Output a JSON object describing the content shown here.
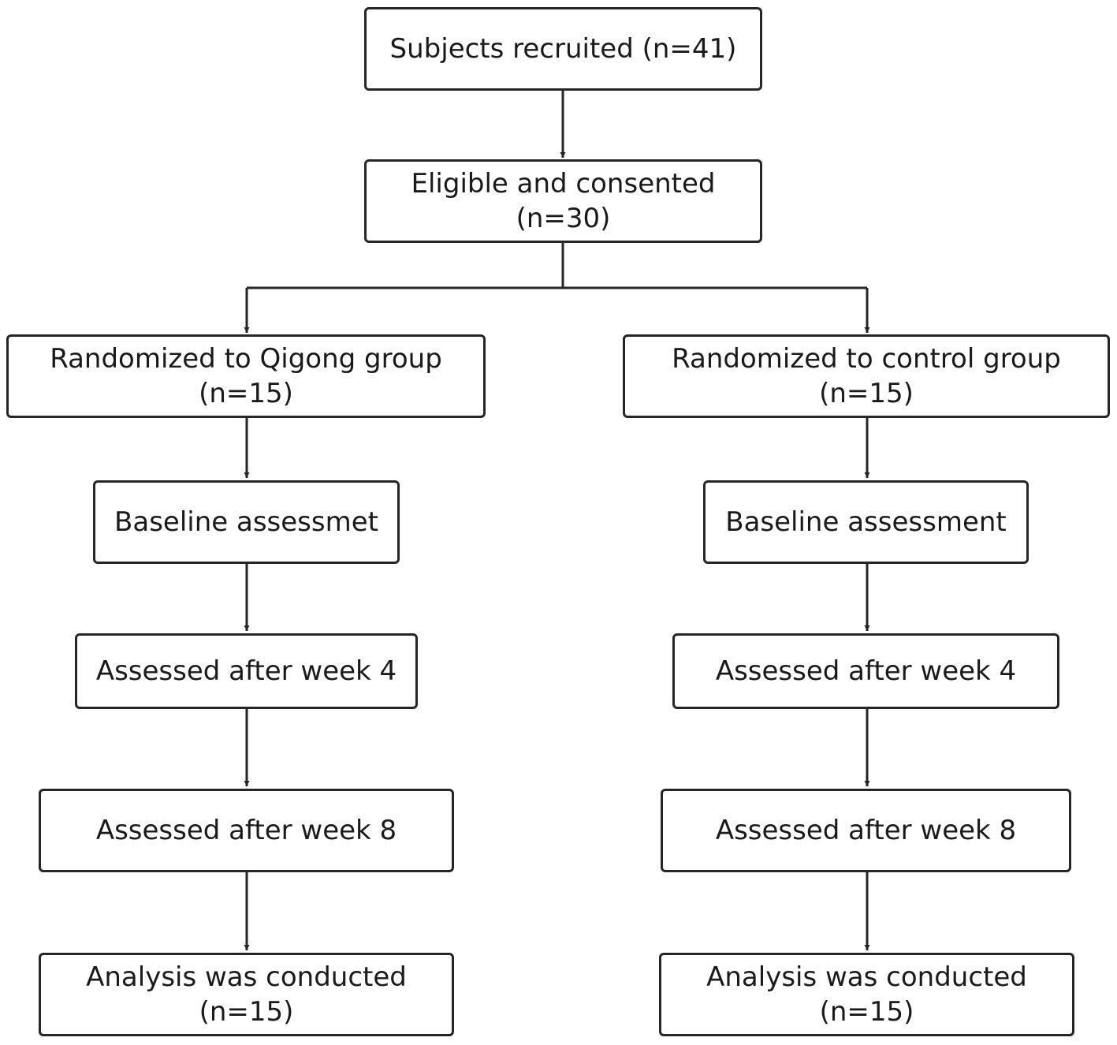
{
  "flowchart": {
    "recruited": {
      "line1": "Subjects recruited (n=41)"
    },
    "eligible": {
      "line1": "Eligible and consented",
      "line2": "(n=30)"
    },
    "qigong": {
      "randomized": {
        "line1": "Randomized to Qigong group",
        "line2": "(n=15)"
      },
      "baseline": {
        "line1": "Baseline assessmet"
      },
      "week4": {
        "line1": "Assessed after week 4"
      },
      "week8": {
        "line1": "Assessed after week 8"
      },
      "analysis": {
        "line1": "Analysis was conducted",
        "line2": "(n=15)"
      }
    },
    "control": {
      "randomized": {
        "line1": "Randomized to control group",
        "line2": "(n=15)"
      },
      "baseline": {
        "line1": "Baseline assessment"
      },
      "week4": {
        "line1": "Assessed after week 4"
      },
      "week8": {
        "line1": "Assessed after week 8"
      },
      "analysis": {
        "line1": "Analysis was conducted",
        "line2": "(n=15)"
      }
    },
    "colors": {
      "stroke": "#262626",
      "text": "#1a1a1a",
      "background": "#ffffff"
    }
  }
}
